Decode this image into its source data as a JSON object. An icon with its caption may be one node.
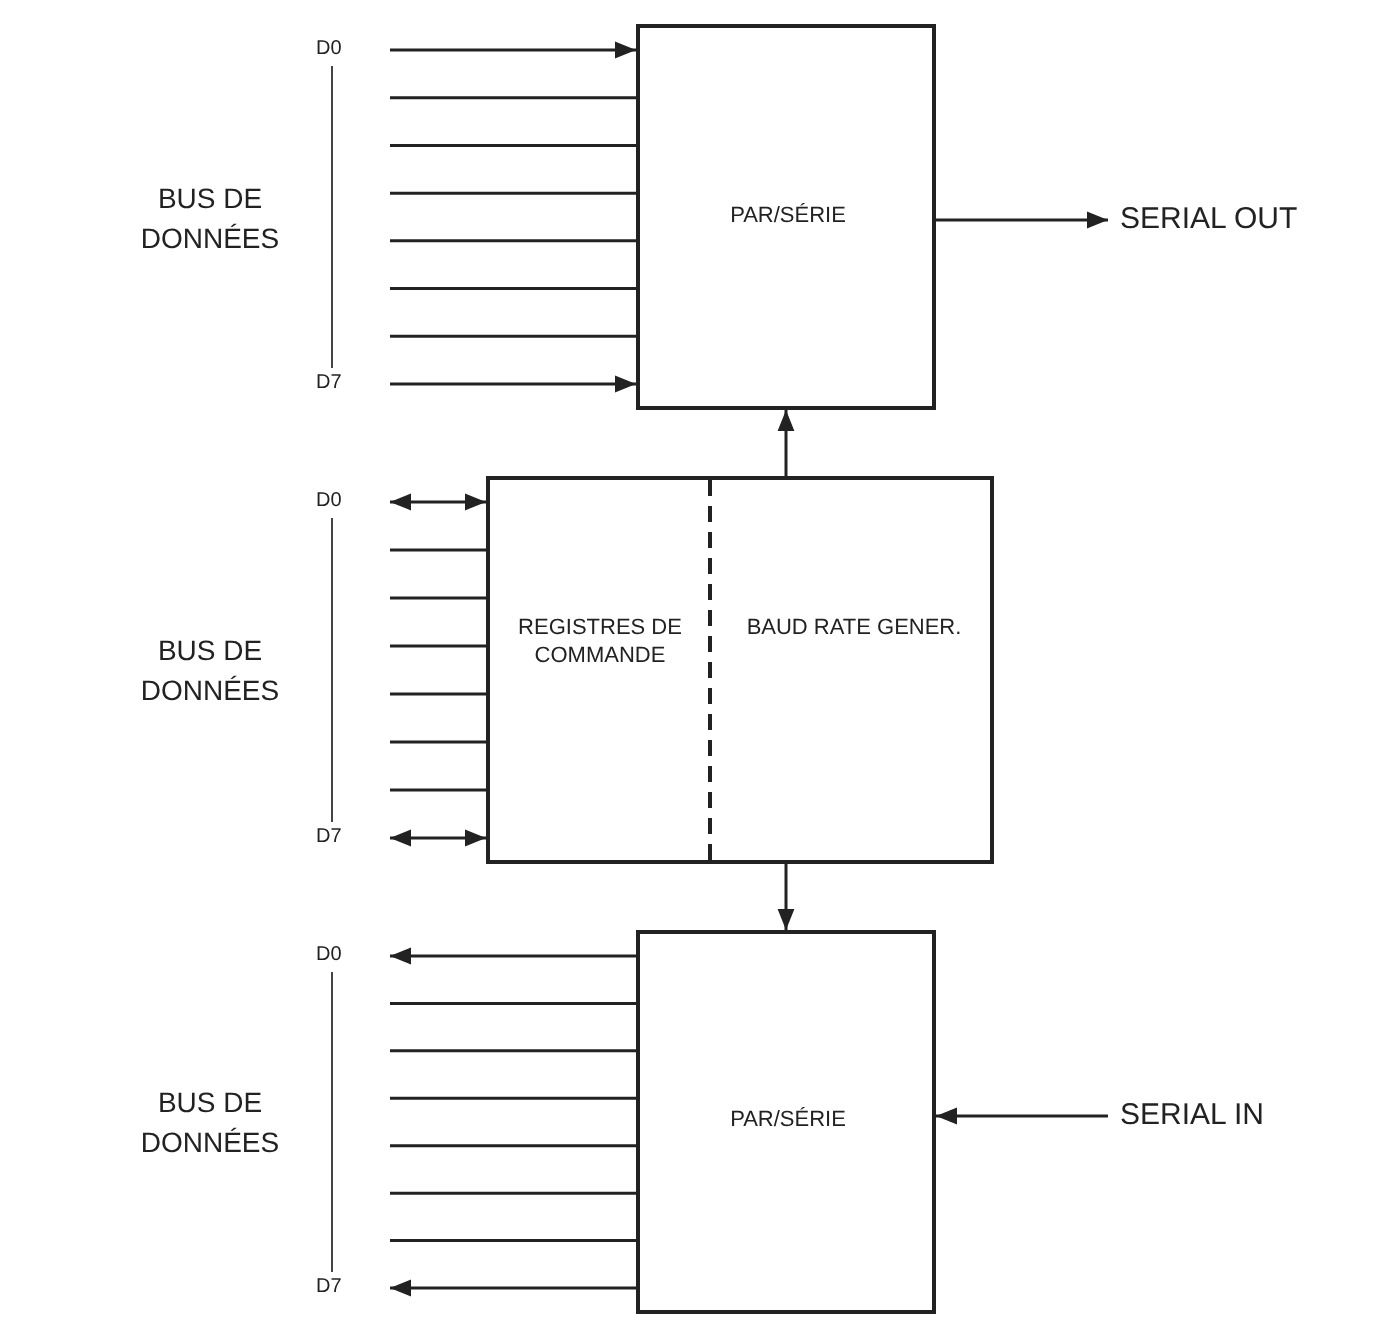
{
  "diagram": {
    "nodes": [
      {
        "text": [
          "PAR/SÉRIE"
        ]
      },
      {
        "text": [
          "REGISTRES DE COMMANDE",
          "BAUD RATE GENER."
        ]
      },
      {
        "text": [
          "PAR/SÉRIE"
        ]
      },
      {
        "text": [
          "SERIAL OUT"
        ]
      },
      {
        "text": [
          "SERIAL IN"
        ]
      }
    ],
    "edges": [
      {
        "from": null,
        "to": 0,
        "arrow": "to"
      },
      {
        "from": null,
        "to": 0,
        "arrow": "none"
      },
      {
        "from": null,
        "to": 0,
        "arrow": "none"
      },
      {
        "from": null,
        "to": 0,
        "arrow": "none"
      },
      {
        "from": null,
        "to": 0,
        "arrow": "none"
      },
      {
        "from": null,
        "to": 0,
        "arrow": "none"
      },
      {
        "from": null,
        "to": 0,
        "arrow": "none"
      },
      {
        "from": null,
        "to": 0,
        "arrow": "to"
      },
      {
        "from": 0,
        "to": 3,
        "arrow": "to"
      },
      {
        "from": 1,
        "to": 0,
        "arrow": "to"
      },
      {
        "from": null,
        "to": 1,
        "arrow": "both"
      },
      {
        "from": null,
        "to": 1,
        "arrow": "none"
      },
      {
        "from": null,
        "to": 1,
        "arrow": "none"
      },
      {
        "from": null,
        "to": 1,
        "arrow": "none"
      },
      {
        "from": null,
        "to": 1,
        "arrow": "none"
      },
      {
        "from": null,
        "to": 1,
        "arrow": "none"
      },
      {
        "from": null,
        "to": 1,
        "arrow": "none"
      },
      {
        "from": null,
        "to": 1,
        "arrow": "both"
      },
      {
        "from": 1,
        "to": 2,
        "arrow": "to"
      },
      {
        "from": 2,
        "to": null,
        "arrow": "to"
      },
      {
        "from": 2,
        "to": null,
        "arrow": "none"
      },
      {
        "from": 2,
        "to": null,
        "arrow": "none"
      },
      {
        "from": 2,
        "to": null,
        "arrow": "none"
      },
      {
        "from": 2,
        "to": null,
        "arrow": "none"
      },
      {
        "from": 2,
        "to": null,
        "arrow": "none"
      },
      {
        "from": 2,
        "to": null,
        "arrow": "none"
      },
      {
        "from": 2,
        "to": null,
        "arrow": "to"
      },
      {
        "from": 4,
        "to": 2,
        "arrow": "to"
      }
    ],
    "labels": [
      "D0",
      "BUS DE DONNÉES",
      "D7",
      "D0",
      "BUS DE DONNÉES",
      "D7",
      "D0",
      "BUS DE DONNÉES",
      "D7"
    ]
  }
}
